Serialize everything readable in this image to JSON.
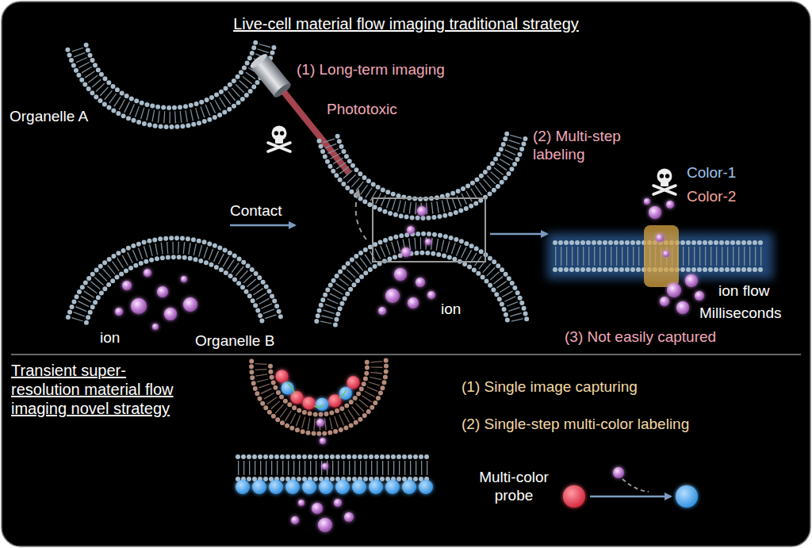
{
  "diagram": {
    "nodes": [
      {
        "text": [
          "Live-cell material flow imaging traditional strategy"
        ]
      },
      {
        "text": [
          "Transient super- resolution material flow imaging novel strategy"
        ]
      }
    ],
    "labels": [
      "Organelle A",
      "Contact",
      "(1) Long-term imaging",
      "Phototoxic",
      "(2) Multi-step labeling",
      "Color-1",
      "Color-2",
      "ion",
      "ion",
      "Organelle B",
      "ion flow",
      "Milliseconds",
      "(3) Not easily captured",
      "(1) Single image capturing",
      "(2) Single-step multi-color labeling",
      "Multi-color probe"
    ]
  }
}
